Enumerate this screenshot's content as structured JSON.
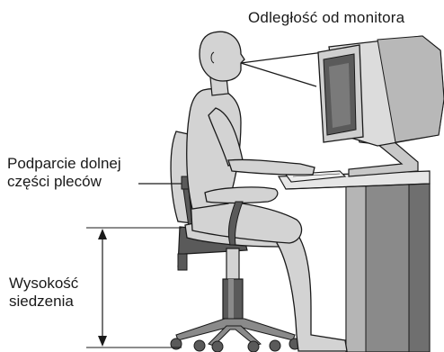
{
  "labels": {
    "monitor_distance": "Odległość od monitora",
    "lower_back_line1": "Podparcie dolnej",
    "lower_back_line2": "części pleców",
    "seat_height_line1": "Wysokość",
    "seat_height_line2": "siedzenia"
  },
  "colors": {
    "figure_fill": "#d3d3d3",
    "dark_fill": "#5a5a5a",
    "stroke": "#1a1a1a",
    "desk_leg": "#8a8a8a"
  }
}
